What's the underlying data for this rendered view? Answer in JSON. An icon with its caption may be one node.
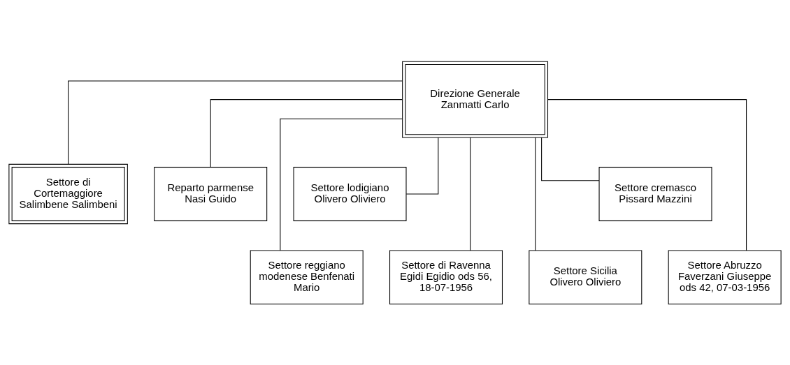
{
  "diagram": {
    "nodes": [
      {
        "text": [
          "Direzione Generale Zanmatti Carlo"
        ]
      },
      {
        "text": [
          "Settore di Cortemaggiore Salimbene Salimbeni"
        ]
      },
      {
        "text": [
          "Reparto parmense Nasi Guido"
        ]
      },
      {
        "text": [
          "Settore lodigiano Olivero Oliviero"
        ]
      },
      {
        "text": [
          "Settore cremasco Pissard Mazzini"
        ]
      },
      {
        "text": [
          "Settore reggiano modenese Benfenati Mario"
        ]
      },
      {
        "text": [
          "Settore di Ravenna Egidi Egidio ods 56, 18-07-1956"
        ]
      },
      {
        "text": [
          "Settore Sicilia Olivero Oliviero"
        ]
      },
      {
        "text": [
          "Settore Abruzzo Faverzani Giuseppe ods 42, 07-03-1956"
        ]
      }
    ],
    "edges": [
      {
        "from": 0,
        "to": 1,
        "arrow": "none"
      },
      {
        "from": 0,
        "to": 2,
        "arrow": "none"
      },
      {
        "from": 0,
        "to": 3,
        "arrow": "none"
      },
      {
        "from": 0,
        "to": 4,
        "arrow": "none"
      },
      {
        "from": 0,
        "to": 5,
        "arrow": "none"
      },
      {
        "from": 0,
        "to": 6,
        "arrow": "none"
      },
      {
        "from": 0,
        "to": 7,
        "arrow": "none"
      },
      {
        "from": 0,
        "to": 8,
        "arrow": "none"
      }
    ]
  }
}
